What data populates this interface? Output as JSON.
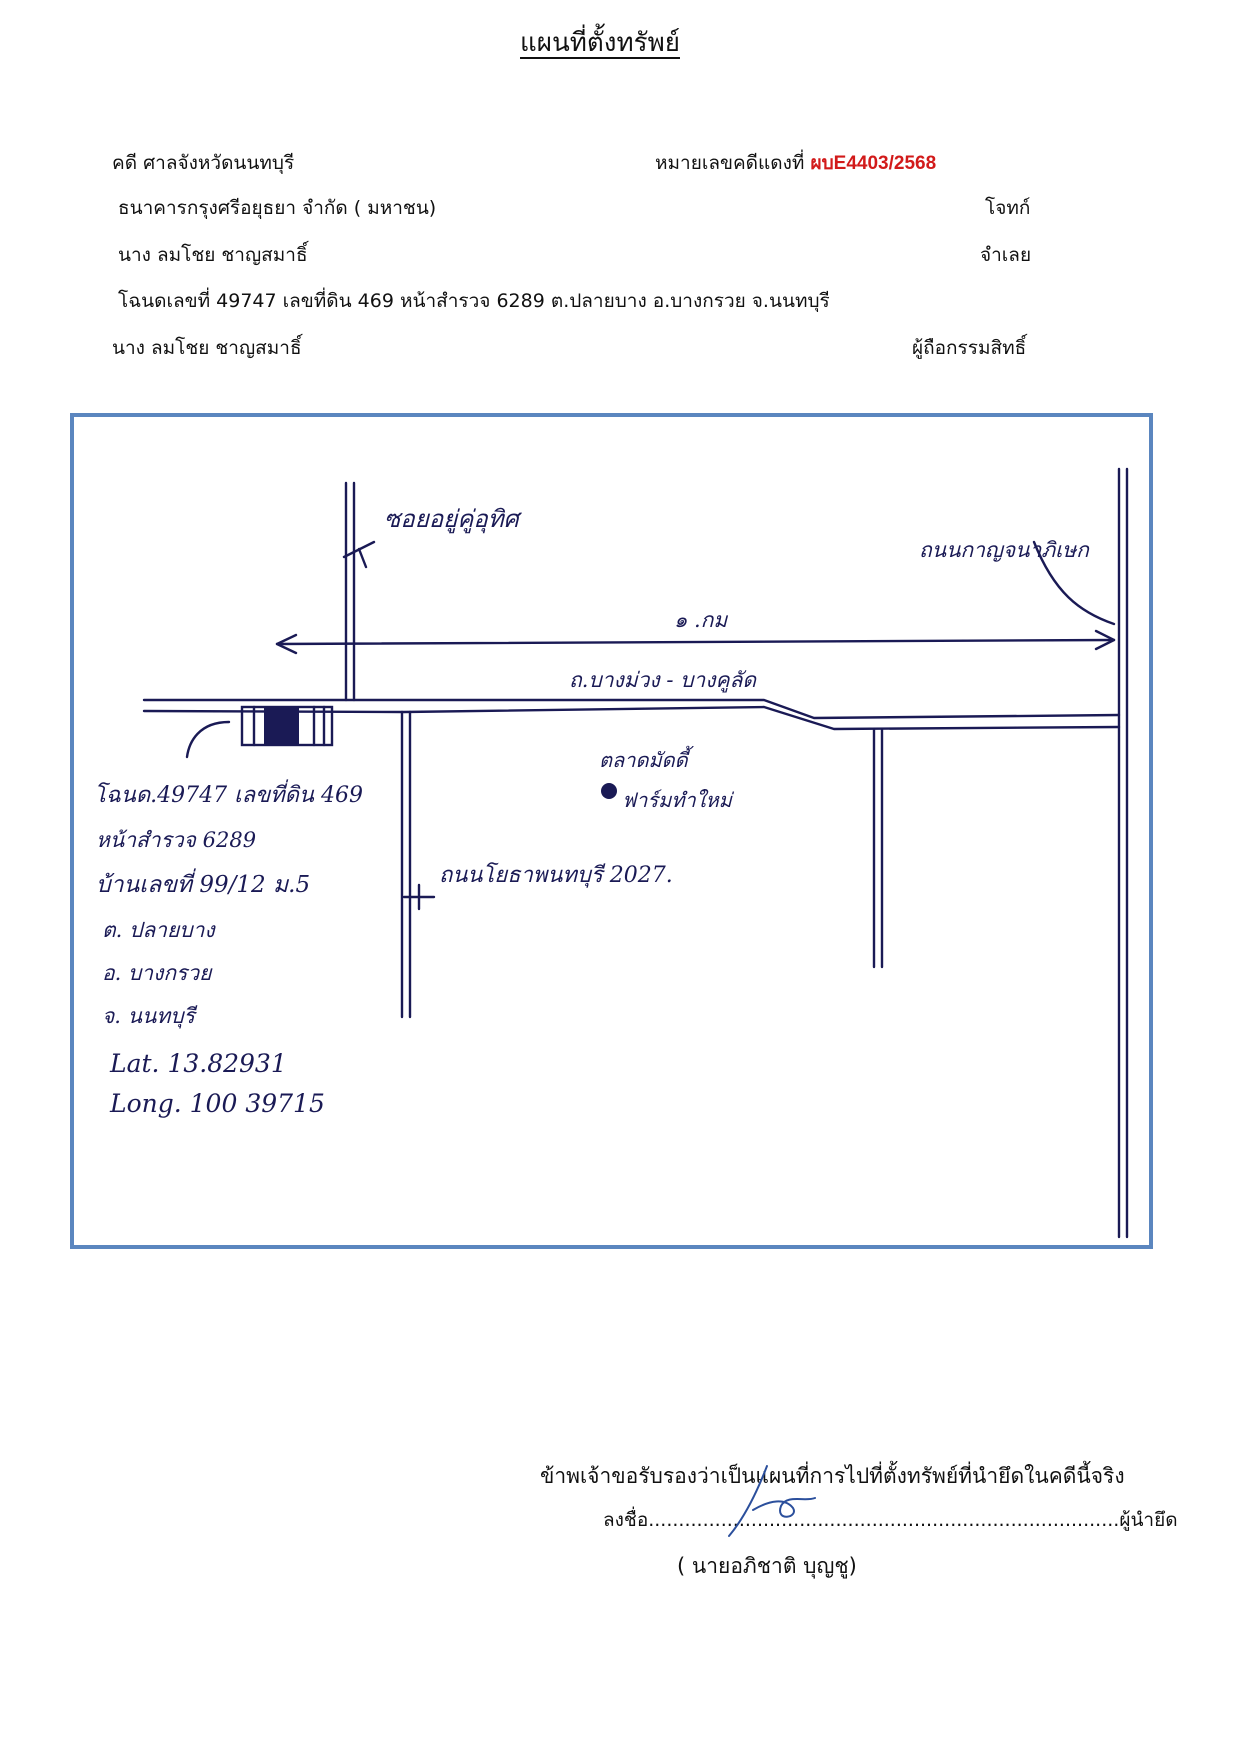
{
  "title": "แผนที่ตั้งทรัพย์",
  "header": {
    "court": "คดี ศาลจังหวัดนนทบุรี",
    "case_label": "หมายเลขคดีแดงที่",
    "case_number": "ผบE4403/2568",
    "plaintiff_name": "ธนาคารกรุงศรีอยุธยา จำกัด ( มหาชน)",
    "plaintiff_role": "โจทก์",
    "defendant_name": "นาง ลมโชย     ชาญสมาธิ์",
    "defendant_role": "จำเลย",
    "deed_info": "โฉนดเลขที่ 49747 เลขที่ดิน 469 หน้าสำรวจ 6289 ต.ปลายบาง อ.บางกรวย จ.นนทบุรี",
    "owner_name": "นาง ลมโชย     ชาญสมาธิ์",
    "owner_role": "ผู้ถือกรรมสิทธิ์"
  },
  "map": {
    "soi_label": "ซอยอยู่คู่อุทิศ",
    "highway_label": "ถนนกาญจนาภิเษก",
    "distance_label": "๑ .กม",
    "main_road_label": "ถ.บางม่วง - บางคูลัด",
    "market_label_1": "ตลาดมัดดี้",
    "market_label_2": "ฟาร์มทำใหม่",
    "side_road_label": "ถนนโยธาพนทบุรี 2027.",
    "deed_note": "โฉนด.49747 เลขที่ดิน 469",
    "survey_note": "หน้าสำรวจ 6289",
    "house_note": "บ้านเลขที่ 99/12 ม.5",
    "tambon_note": "ต. ปลายบาง",
    "amphoe_note": "อ. บางกรวย",
    "province_note": "จ. นนทบุรี",
    "lat": "Lat. 13.82931",
    "long": "Long. 100 39715"
  },
  "certification": {
    "statement": "ข้าพเจ้าขอรับรองว่าเป็นแผนที่การไปที่ตั้งทรัพย์ที่นำยึดในคดีนี้จริง",
    "sign_prefix": "ลงชื่อ..............................................................................",
    "sign_role": "ผู้นำยึด",
    "signer_name": "(  นายอภิชาติ  บุญชู)"
  }
}
